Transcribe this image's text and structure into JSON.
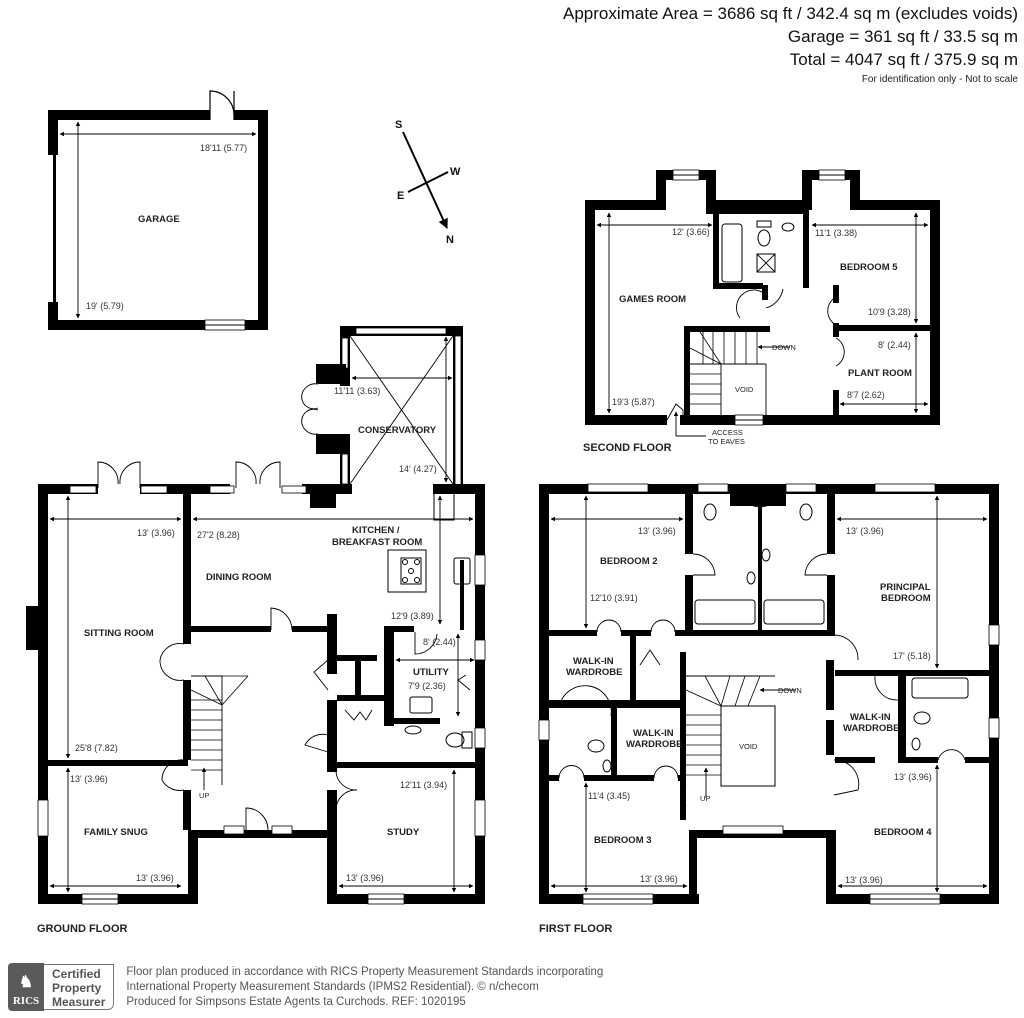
{
  "header": {
    "approx_area": "Approximate Area = 3686 sq ft / 342.4 sq m (excludes voids)",
    "garage_area": "Garage = 361 sq ft / 33.5 sq m",
    "total_area": "Total = 4047 sq ft / 375.9 sq m",
    "disclaimer": "For identification only - Not to scale"
  },
  "compass": {
    "s": "S",
    "w": "W",
    "e": "E",
    "n": "N"
  },
  "garage": {
    "label": "GARAGE",
    "width": "18'11 (5.77)",
    "length": "19' (5.79)"
  },
  "ground_floor": {
    "title": "GROUND FLOOR",
    "rooms": {
      "conservatory": {
        "label": "CONSERVATORY",
        "width": "11'11 (3.63)",
        "length": "14' (4.27)"
      },
      "kitchen": {
        "label_line1": "KITCHEN /",
        "label_line2": "BREAKFAST ROOM",
        "depth": "12'9 (3.89)"
      },
      "dining": {
        "label": "DINING ROOM",
        "width": "27'2 (8.28)"
      },
      "sitting": {
        "label": "SITTING ROOM",
        "width": "13' (3.96)",
        "length": "25'8 (7.82)"
      },
      "utility": {
        "label": "UTILITY",
        "width": "7'9 (2.36)",
        "length": "8' (2.44)"
      },
      "family_snug": {
        "label": "FAMILY SNUG",
        "length": "13' (3.96)",
        "width": "13' (3.96)"
      },
      "study": {
        "label": "STUDY",
        "length": "12'11 (3.94)",
        "width": "13' (3.96)"
      }
    },
    "stairs_label": "UP"
  },
  "first_floor": {
    "title": "FIRST FLOOR",
    "rooms": {
      "bedroom2": {
        "label": "BEDROOM 2",
        "width": "13' (3.96)",
        "length": "12'10 (3.91)"
      },
      "principal": {
        "label_line1": "PRINCIPAL",
        "label_line2": "BEDROOM",
        "width": "13' (3.96)",
        "length": "17' (5.18)"
      },
      "wardrobe1": {
        "label_line1": "WALK-IN",
        "label_line2": "WARDROBE"
      },
      "wardrobe2": {
        "label_line1": "WALK-IN",
        "label_line2": "WARDROBE"
      },
      "wardrobe3": {
        "label_line1": "WALK-IN",
        "label_line2": "WARDROBE"
      },
      "void": {
        "label": "VOID"
      },
      "bedroom3": {
        "label": "BEDROOM 3",
        "length": "11'4 (3.45)",
        "width": "13' (3.96)"
      },
      "bedroom4": {
        "label": "BEDROOM 4",
        "length": "13' (3.96)",
        "width": "13' (3.96)"
      }
    },
    "stairs_down": "DOWN",
    "stairs_up": "UP"
  },
  "second_floor": {
    "title": "SECOND FLOOR",
    "rooms": {
      "games": {
        "label": "GAMES ROOM",
        "width": "12' (3.66)",
        "length": "19'3 (5.87)"
      },
      "bedroom5": {
        "label": "BEDROOM 5",
        "width": "11'1 (3.38)",
        "length": "10'9 (3.28)"
      },
      "plant": {
        "label": "PLANT ROOM",
        "length": "8' (2.44)",
        "width": "8'7 (2.62)"
      },
      "void": {
        "label": "VOID"
      }
    },
    "stairs_down": "DOWN",
    "eaves_line1": "ACCESS",
    "eaves_line2": "TO EAVES"
  },
  "footer": {
    "badge_org": "RICS",
    "badge_line1": "Certified",
    "badge_line2": "Property",
    "badge_line3": "Measurer",
    "line1": "Floor plan produced in accordance with RICS Property Measurement Standards incorporating",
    "line2": "International Property Measurement Standards (IPMS2 Residential).   © n/checom",
    "line3": " Produced for Simpsons Estate Agents ta Curchods.   REF: 1020195"
  }
}
